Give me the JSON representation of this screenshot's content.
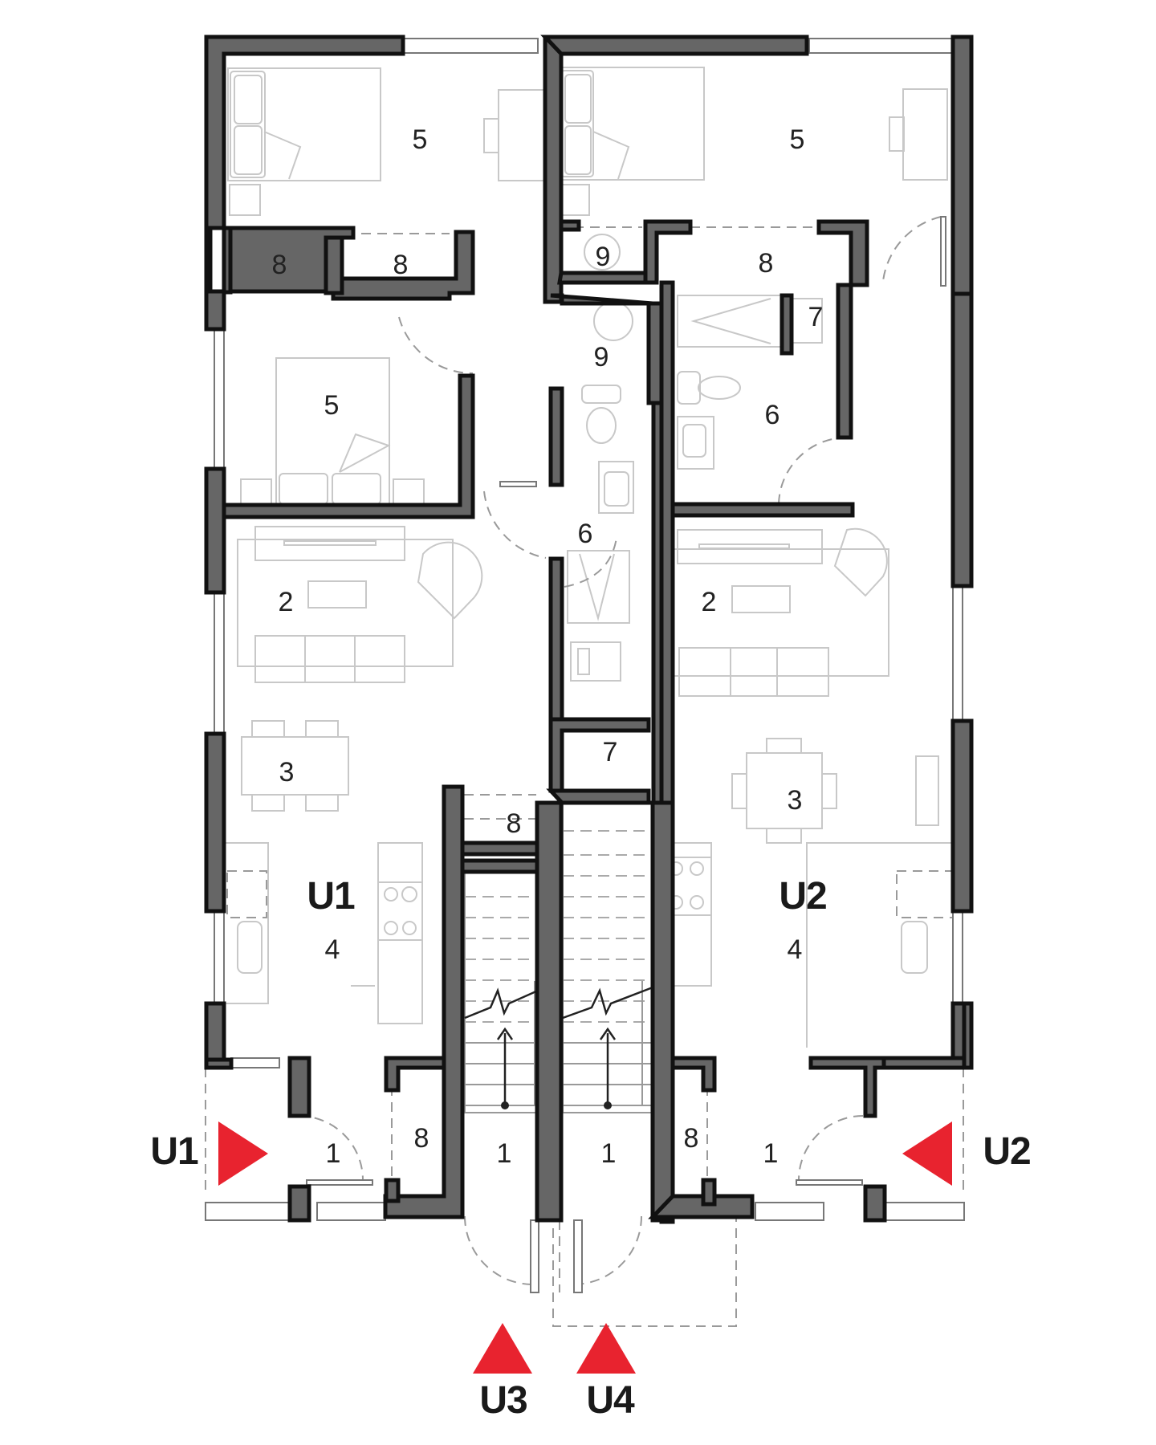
{
  "colors": {
    "wall_fill": "#666666",
    "wall_outline": "#111111",
    "entry_marker": "#e8232f",
    "furniture_line": "#c8c8c8",
    "label_text": "#222222"
  },
  "units": [
    {
      "id": "U1",
      "label": "U1",
      "side": "left"
    },
    {
      "id": "U2",
      "label": "U2",
      "side": "right"
    }
  ],
  "entry_markers": [
    {
      "label": "U1",
      "direction": "right"
    },
    {
      "label": "U2",
      "direction": "left"
    },
    {
      "label": "U3",
      "direction": "up"
    },
    {
      "label": "U4",
      "direction": "up"
    }
  ],
  "rooms": {
    "u1_bedroom_top": "5",
    "u1_closet_a": "8",
    "u1_closet_b": "8",
    "u1_bedroom_2": "5",
    "u1_laundry": "9",
    "u1_bath": "6",
    "u1_storage": "7",
    "u1_living": "2",
    "u1_dining": "3",
    "u1_kitchen": "4",
    "u1_entry": "1",
    "u1_entry_closet": "8",
    "u1_hall_closet": "8",
    "u2_bedroom_top": "5",
    "u2_laundry": "9",
    "u2_closet": "8",
    "u2_storage": "7",
    "u2_bath": "6",
    "u2_living": "2",
    "u2_dining": "3",
    "u2_kitchen": "4",
    "u2_entry": "1",
    "u2_entry_closet": "8",
    "u3_stair_entry": "1",
    "u4_stair_entry": "1"
  }
}
